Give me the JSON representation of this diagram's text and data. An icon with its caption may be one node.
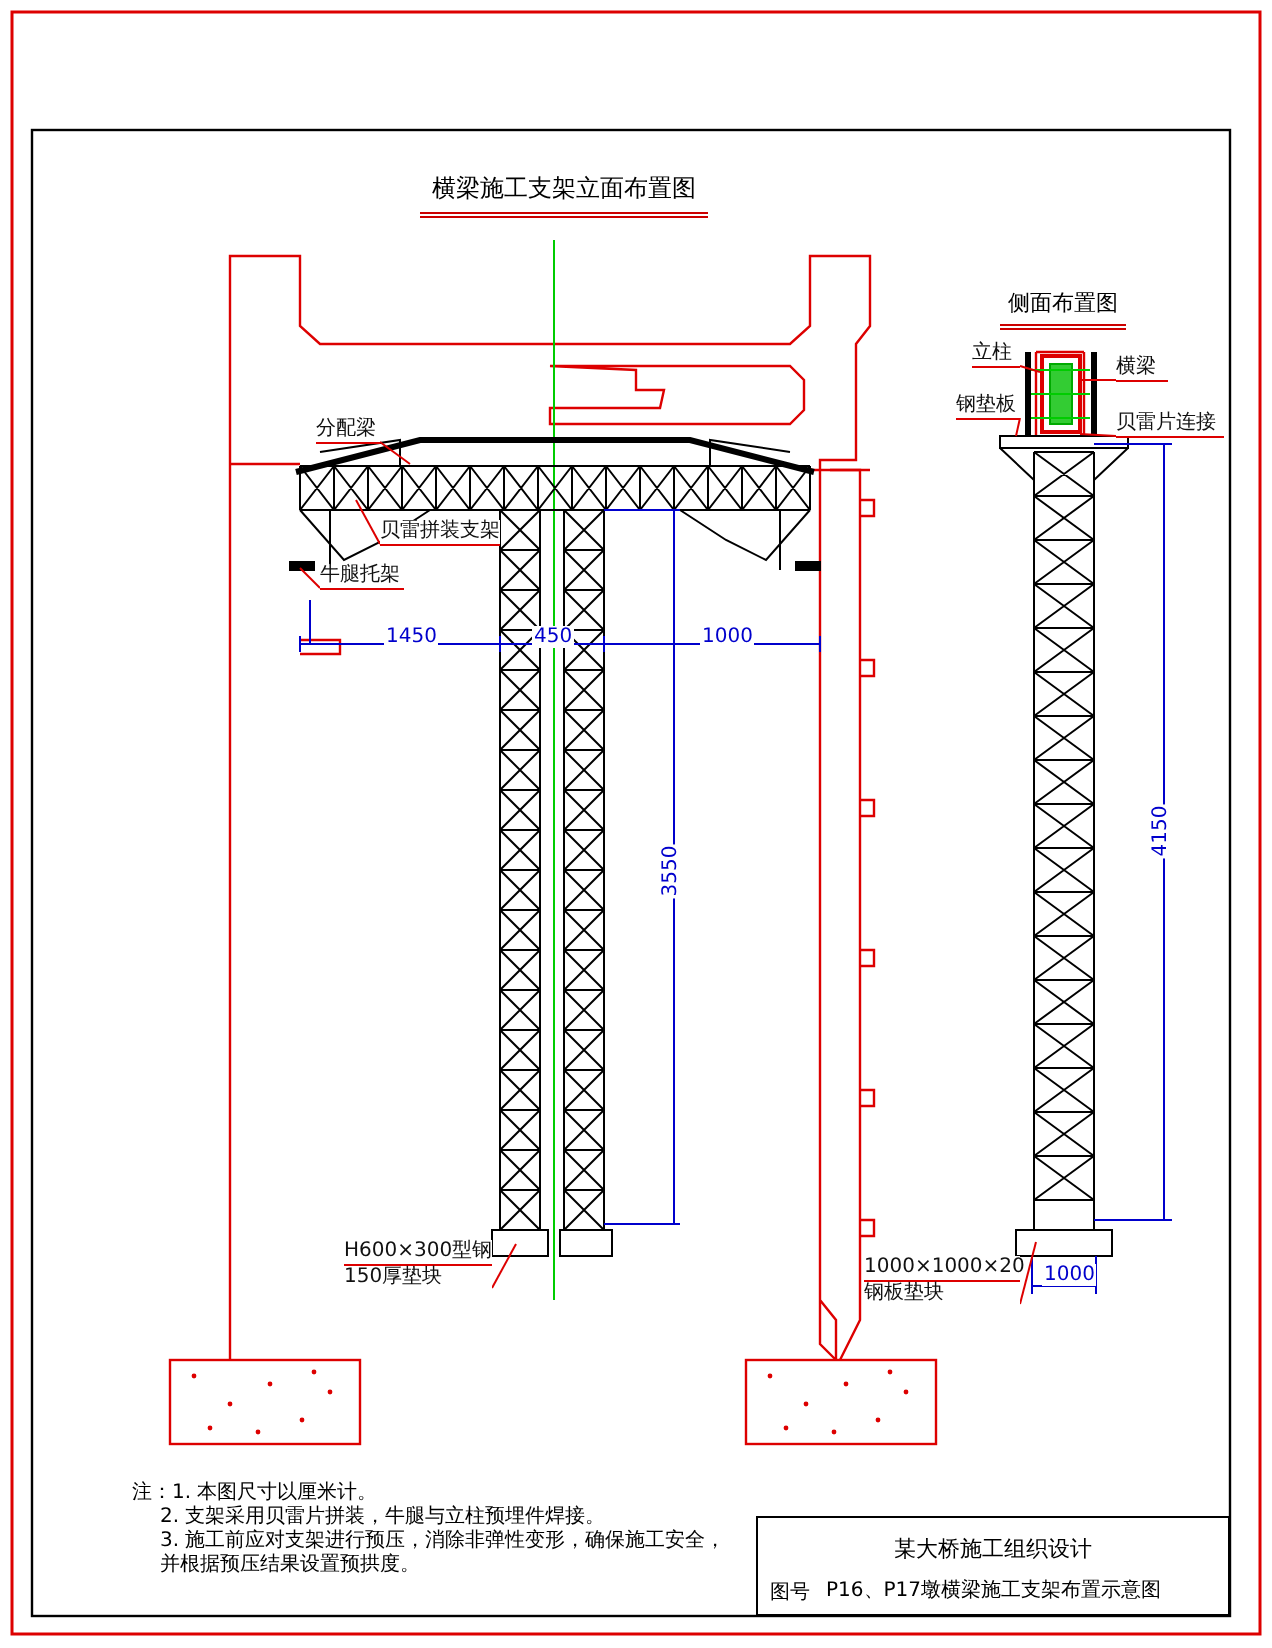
{
  "diagram": {
    "title": "横梁施工支架立面布置图",
    "nodes": [
      {
        "text": [
          "分配梁"
        ]
      },
      {
        "text": [
          "贝雷拼装支架"
        ]
      },
      {
        "text": [
          "牛腿托架"
        ]
      },
      {
        "text": [
          "H600×300型钢",
          "150厚垫块"
        ]
      },
      {
        "text": [
          "立柱"
        ]
      },
      {
        "text": [
          "钢垫板"
        ]
      },
      {
        "text": [
          "横梁"
        ]
      },
      {
        "text": [
          "贝雷片连接"
        ]
      },
      {
        "text": [
          "1000×1000×20",
          "钢板垫块"
        ]
      }
    ],
    "edges": [
      {
        "from": 0,
        "to": null,
        "arrow": "none"
      },
      {
        "from": 1,
        "to": null,
        "arrow": "none"
      },
      {
        "from": 2,
        "to": null,
        "arrow": "none"
      },
      {
        "from": 3,
        "to": null,
        "arrow": "none"
      },
      {
        "from": 4,
        "to": null,
        "arrow": "none"
      },
      {
        "from": 5,
        "to": null,
        "arrow": "none"
      },
      {
        "from": 6,
        "to": null,
        "arrow": "none"
      },
      {
        "from": 7,
        "to": null,
        "arrow": "none"
      },
      {
        "from": 8,
        "to": null,
        "arrow": "none"
      }
    ],
    "labels": [
      "侧面布置图",
      "1450",
      "450",
      "1000",
      "3550",
      "4150",
      "1000",
      "注：1. 本图尺寸以厘米计。",
      "2. 支架采用贝雷片拼装，牛腿与立柱预埋件焊接。",
      "3. 施工前应对支架进行预压，消除非弹性变形，确保施工安全，并根据预压结果设置预拱度。",
      "某大桥施工组织设计",
      "图号",
      "P16、P17墩横梁施工支架布置示意图"
    ]
  }
}
